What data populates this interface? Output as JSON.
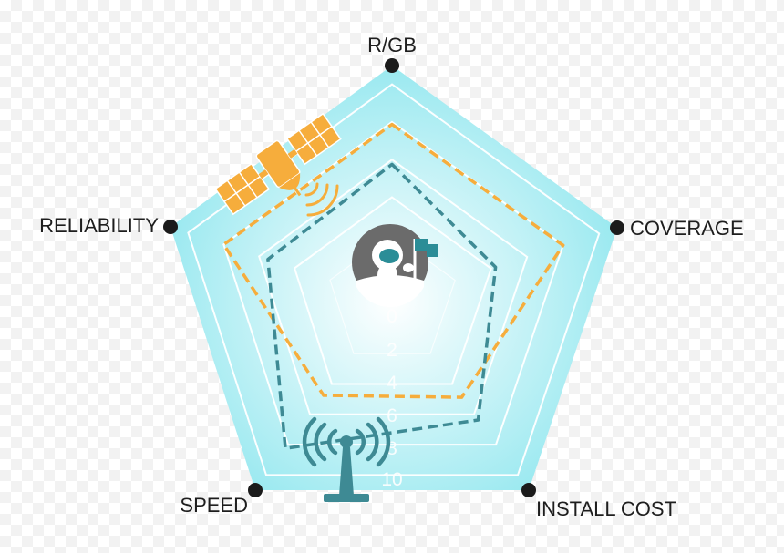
{
  "chart_data": {
    "type": "radar",
    "axes": [
      "R/GB",
      "COVERAGE",
      "INSTALL COST",
      "SPEED",
      "RELIABILITY"
    ],
    "tick_labels": [
      "0",
      "2",
      "4",
      "6",
      "8",
      "10"
    ],
    "rlim": [
      0,
      10
    ],
    "grid": true,
    "series": [
      {
        "values": [
          7.5,
          7.6,
          5.1,
          5.0,
          7.6
        ]
      },
      {
        "values": [
          5.8,
          4.6,
          6.3,
          7.8,
          5.6
        ]
      }
    ]
  },
  "colors": {
    "outer_fill": "#8de6ee",
    "inner_fill": "#ffffff",
    "grid": "#ffffff",
    "series_1": "#f6ad3c",
    "series_2": "#3e8a94",
    "dot": "#1b1b1b"
  },
  "icons": {
    "satellite": "satellite-icon",
    "astronaut": "astronaut-flag-icon",
    "antenna": "radio-tower-icon"
  }
}
